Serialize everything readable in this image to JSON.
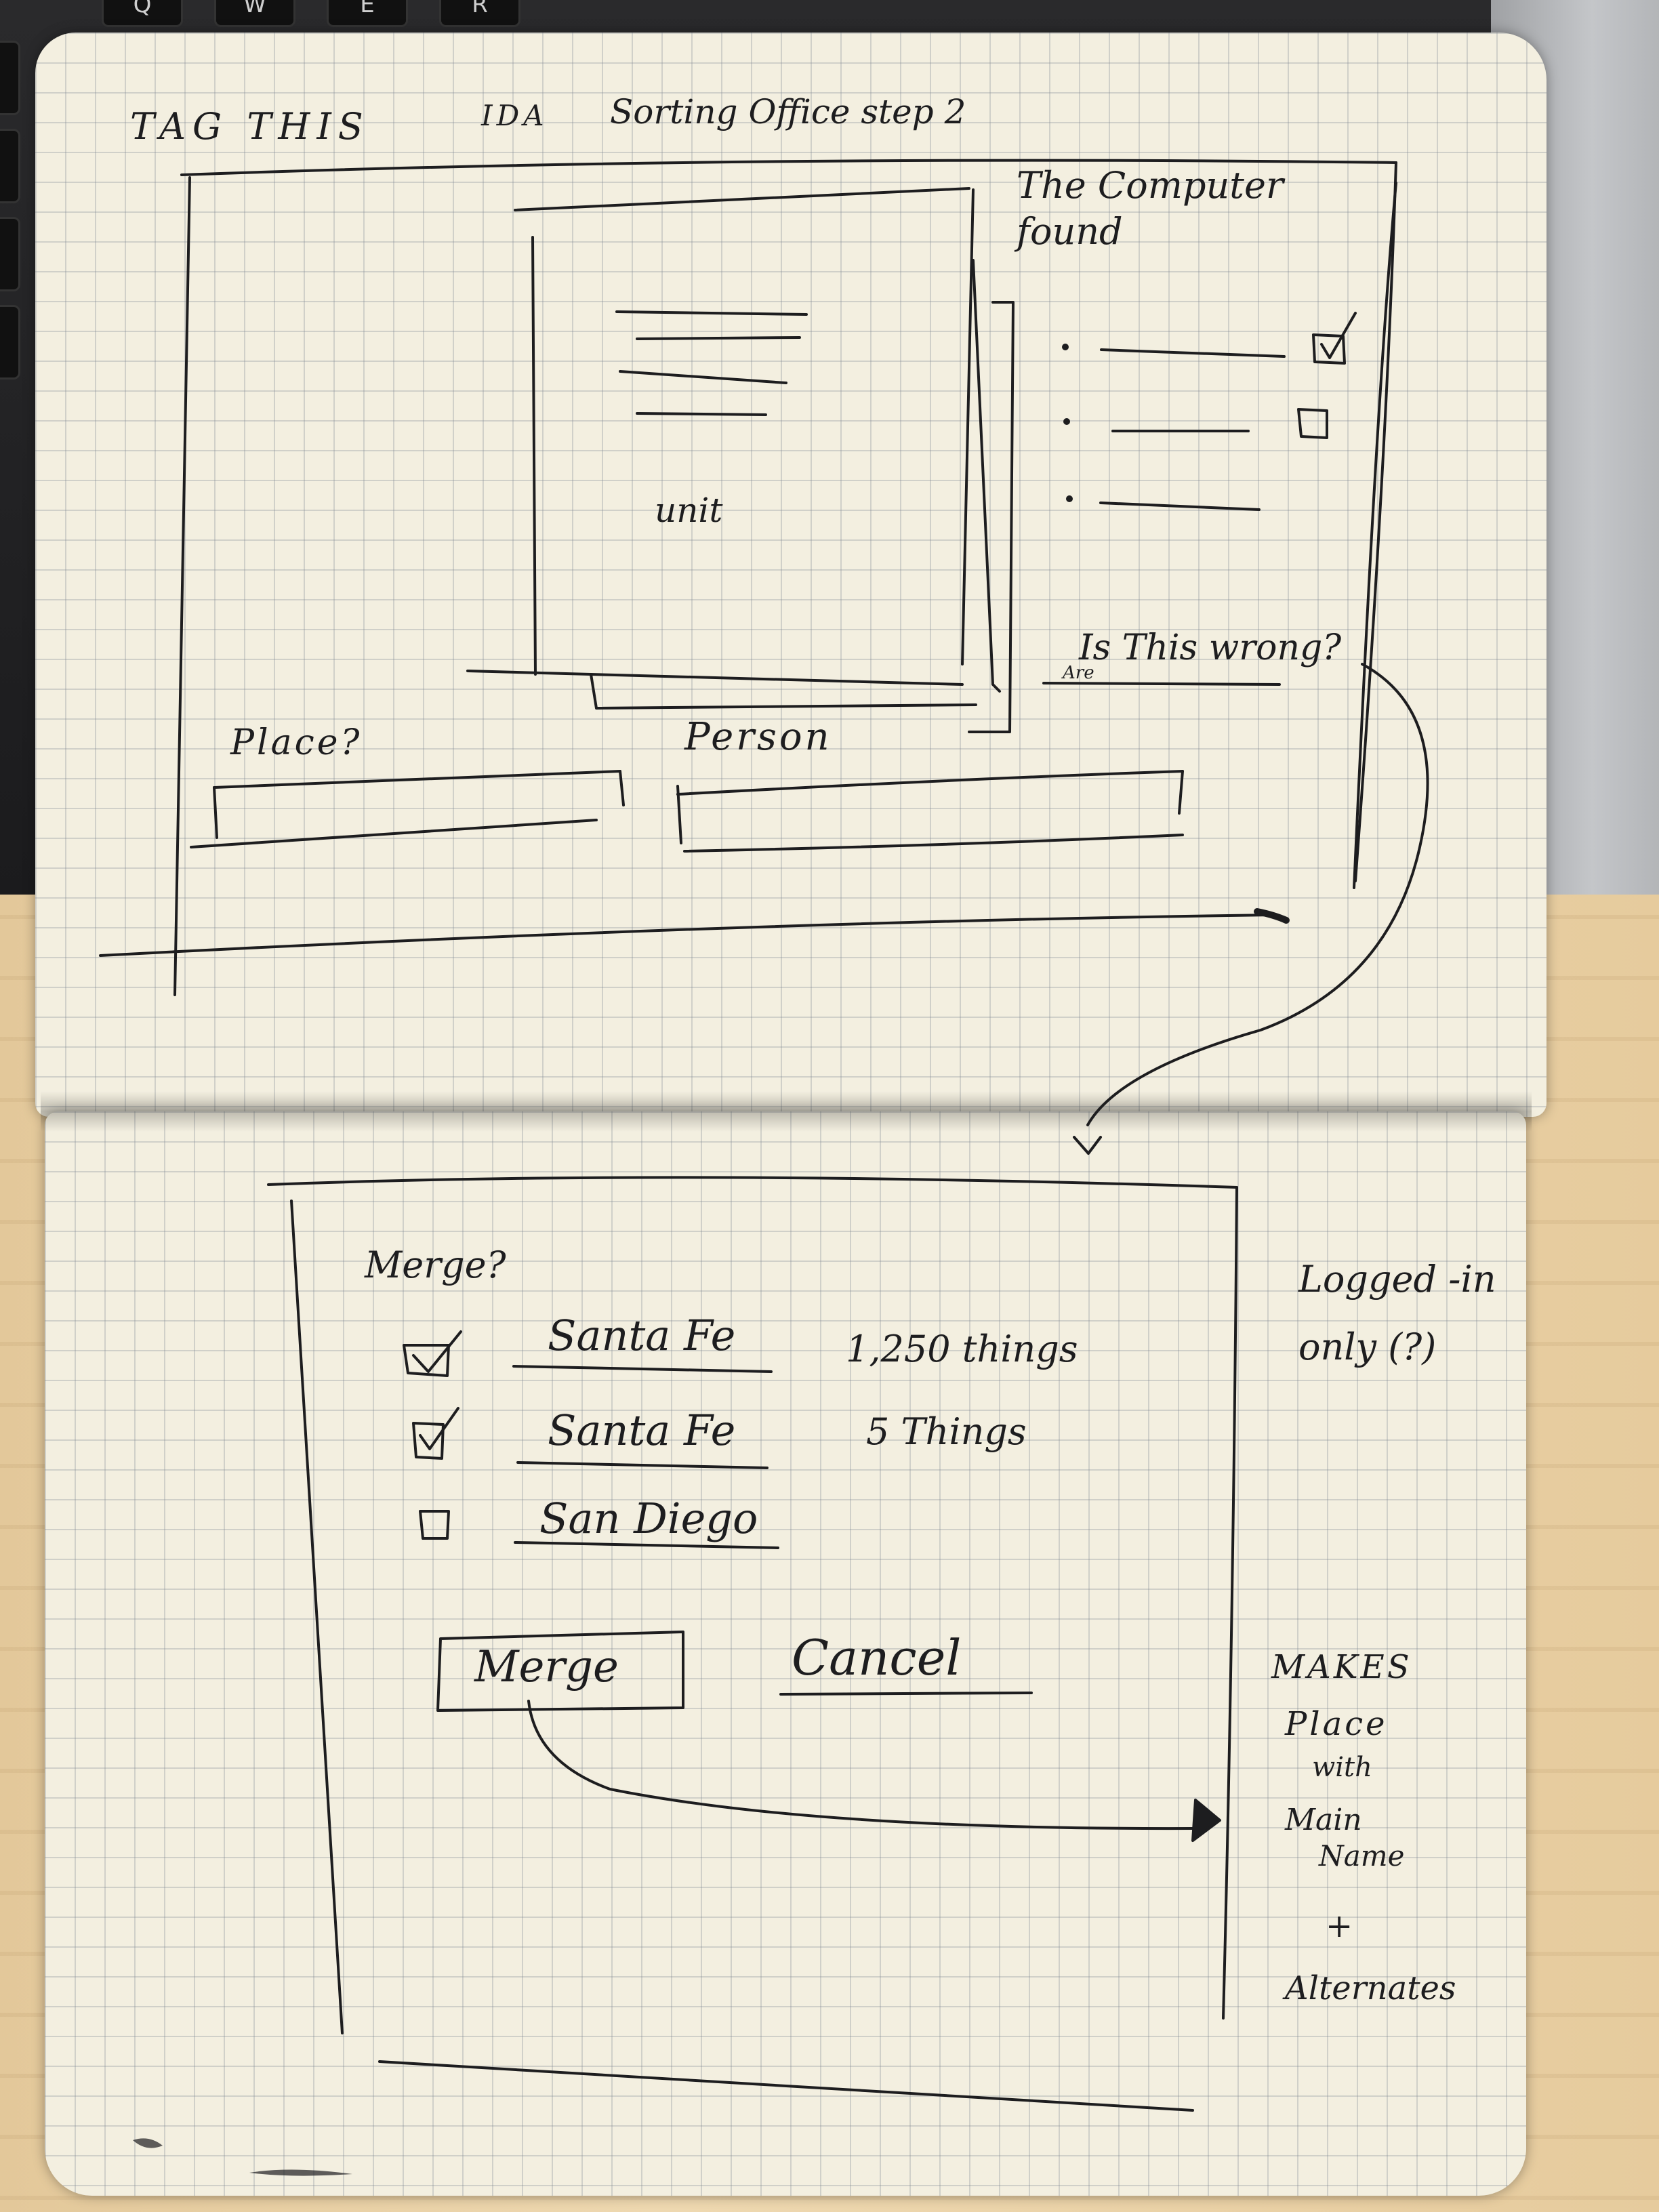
{
  "laptop": {
    "keys": [
      "Q",
      "W",
      "E",
      "R"
    ]
  },
  "top_page": {
    "header": {
      "tag_this": "TAG THIS",
      "ida": "IDA",
      "title": "Sorting Office step 2"
    },
    "card_label": "unit",
    "found_label": "The Computer found",
    "found_items": [
      {
        "checked": true
      },
      {
        "checked": false
      },
      {
        "checked": false
      }
    ],
    "wrong_question": "Is This wrong?",
    "wrong_correction": "Are",
    "place_label": "Place?",
    "person_label": "Person"
  },
  "bottom_page": {
    "merge_question": "Merge?",
    "merge_items": [
      {
        "checked": true,
        "name": "Santa Fe",
        "count": "1,250 things"
      },
      {
        "checked": true,
        "name": "Santa Fe",
        "count": "5 Things"
      },
      {
        "checked": false,
        "name": "San Diego",
        "count": ""
      }
    ],
    "merge_button": "Merge",
    "cancel_link": "Cancel",
    "note_logged": "Logged -in only (?)",
    "note_makes_lines": [
      "MAKES",
      "Place",
      "with",
      "Main",
      "Name",
      "+",
      "Alternates"
    ]
  },
  "colors": {
    "ink": "#1d1d1f",
    "paper": "#f3efe0",
    "grid": "#8a939b",
    "desk": "#e6cb9d"
  }
}
